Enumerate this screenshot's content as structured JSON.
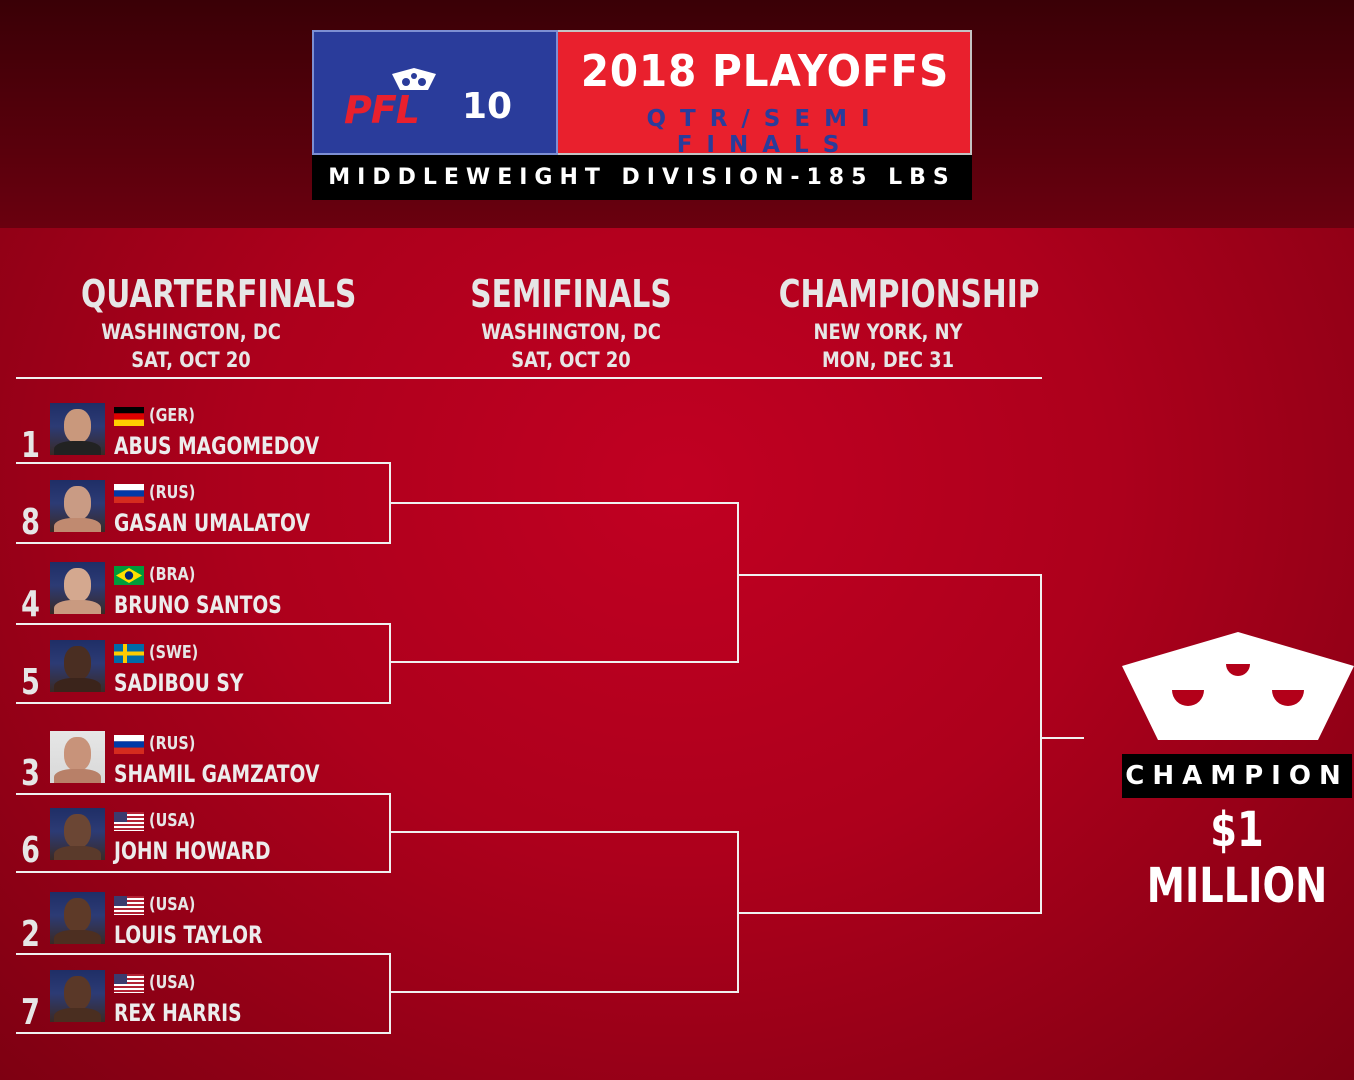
{
  "header": {
    "logo_text": "PFL",
    "logo_number": "10",
    "title": "2018 PLAYOFFS",
    "subtitle": "QTR/SEMI FINALS",
    "division": "MIDDLEWEIGHT DIVISION-185 LBS",
    "colors": {
      "blue": "#2a3c9b",
      "red": "#e9202d"
    }
  },
  "columns": [
    {
      "title": "QUARTERFINALS",
      "location": "WASHINGTON, DC",
      "date": "SAT, OCT 20"
    },
    {
      "title": "SEMIFINALS",
      "location": "WASHINGTON, DC",
      "date": "SAT, OCT 20"
    },
    {
      "title": "CHAMPIONSHIP",
      "location": "NEW YORK, NY",
      "date": "MON, DEC 31"
    }
  ],
  "fighters": [
    {
      "seed": "1",
      "country": "(GER)",
      "flag": "germany-flag",
      "name": "ABUS MAGOMEDOV"
    },
    {
      "seed": "8",
      "country": "(RUS)",
      "flag": "russia-flag",
      "name": "GASAN UMALATOV"
    },
    {
      "seed": "4",
      "country": "(BRA)",
      "flag": "brazil-flag",
      "name": "BRUNO SANTOS"
    },
    {
      "seed": "5",
      "country": "(SWE)",
      "flag": "sweden-flag",
      "name": "SADIBOU SY"
    },
    {
      "seed": "3",
      "country": "(RUS)",
      "flag": "russia-flag",
      "name": "SHAMIL GAMZATOV"
    },
    {
      "seed": "6",
      "country": "(USA)",
      "flag": "usa-flag",
      "name": "JOHN HOWARD"
    },
    {
      "seed": "2",
      "country": "(USA)",
      "flag": "usa-flag",
      "name": "LOUIS TAYLOR"
    },
    {
      "seed": "7",
      "country": "(USA)",
      "flag": "usa-flag",
      "name": "REX HARRIS"
    }
  ],
  "champion": {
    "label": "CHAMPION",
    "prize": "$1 MILLION",
    "icon": "crown-icon"
  }
}
